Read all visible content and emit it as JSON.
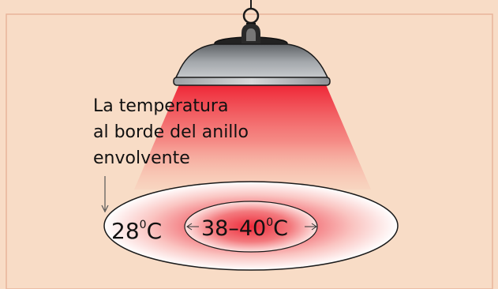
{
  "diagram": {
    "caption_lines": [
      "La temperatura",
      "al borde del anillo",
      "envolvente"
    ],
    "edge_temp": {
      "value": "28",
      "sup": "0",
      "unit": "C"
    },
    "center_temp": {
      "value": "38–40",
      "sup": "0",
      "unit": "C"
    },
    "colors": {
      "background": "#f8dcc6",
      "frame": "#e8b49a",
      "lamp_metal": "#8c9094",
      "heat_red": "#ee3344",
      "outline": "#1a1a1a"
    }
  }
}
